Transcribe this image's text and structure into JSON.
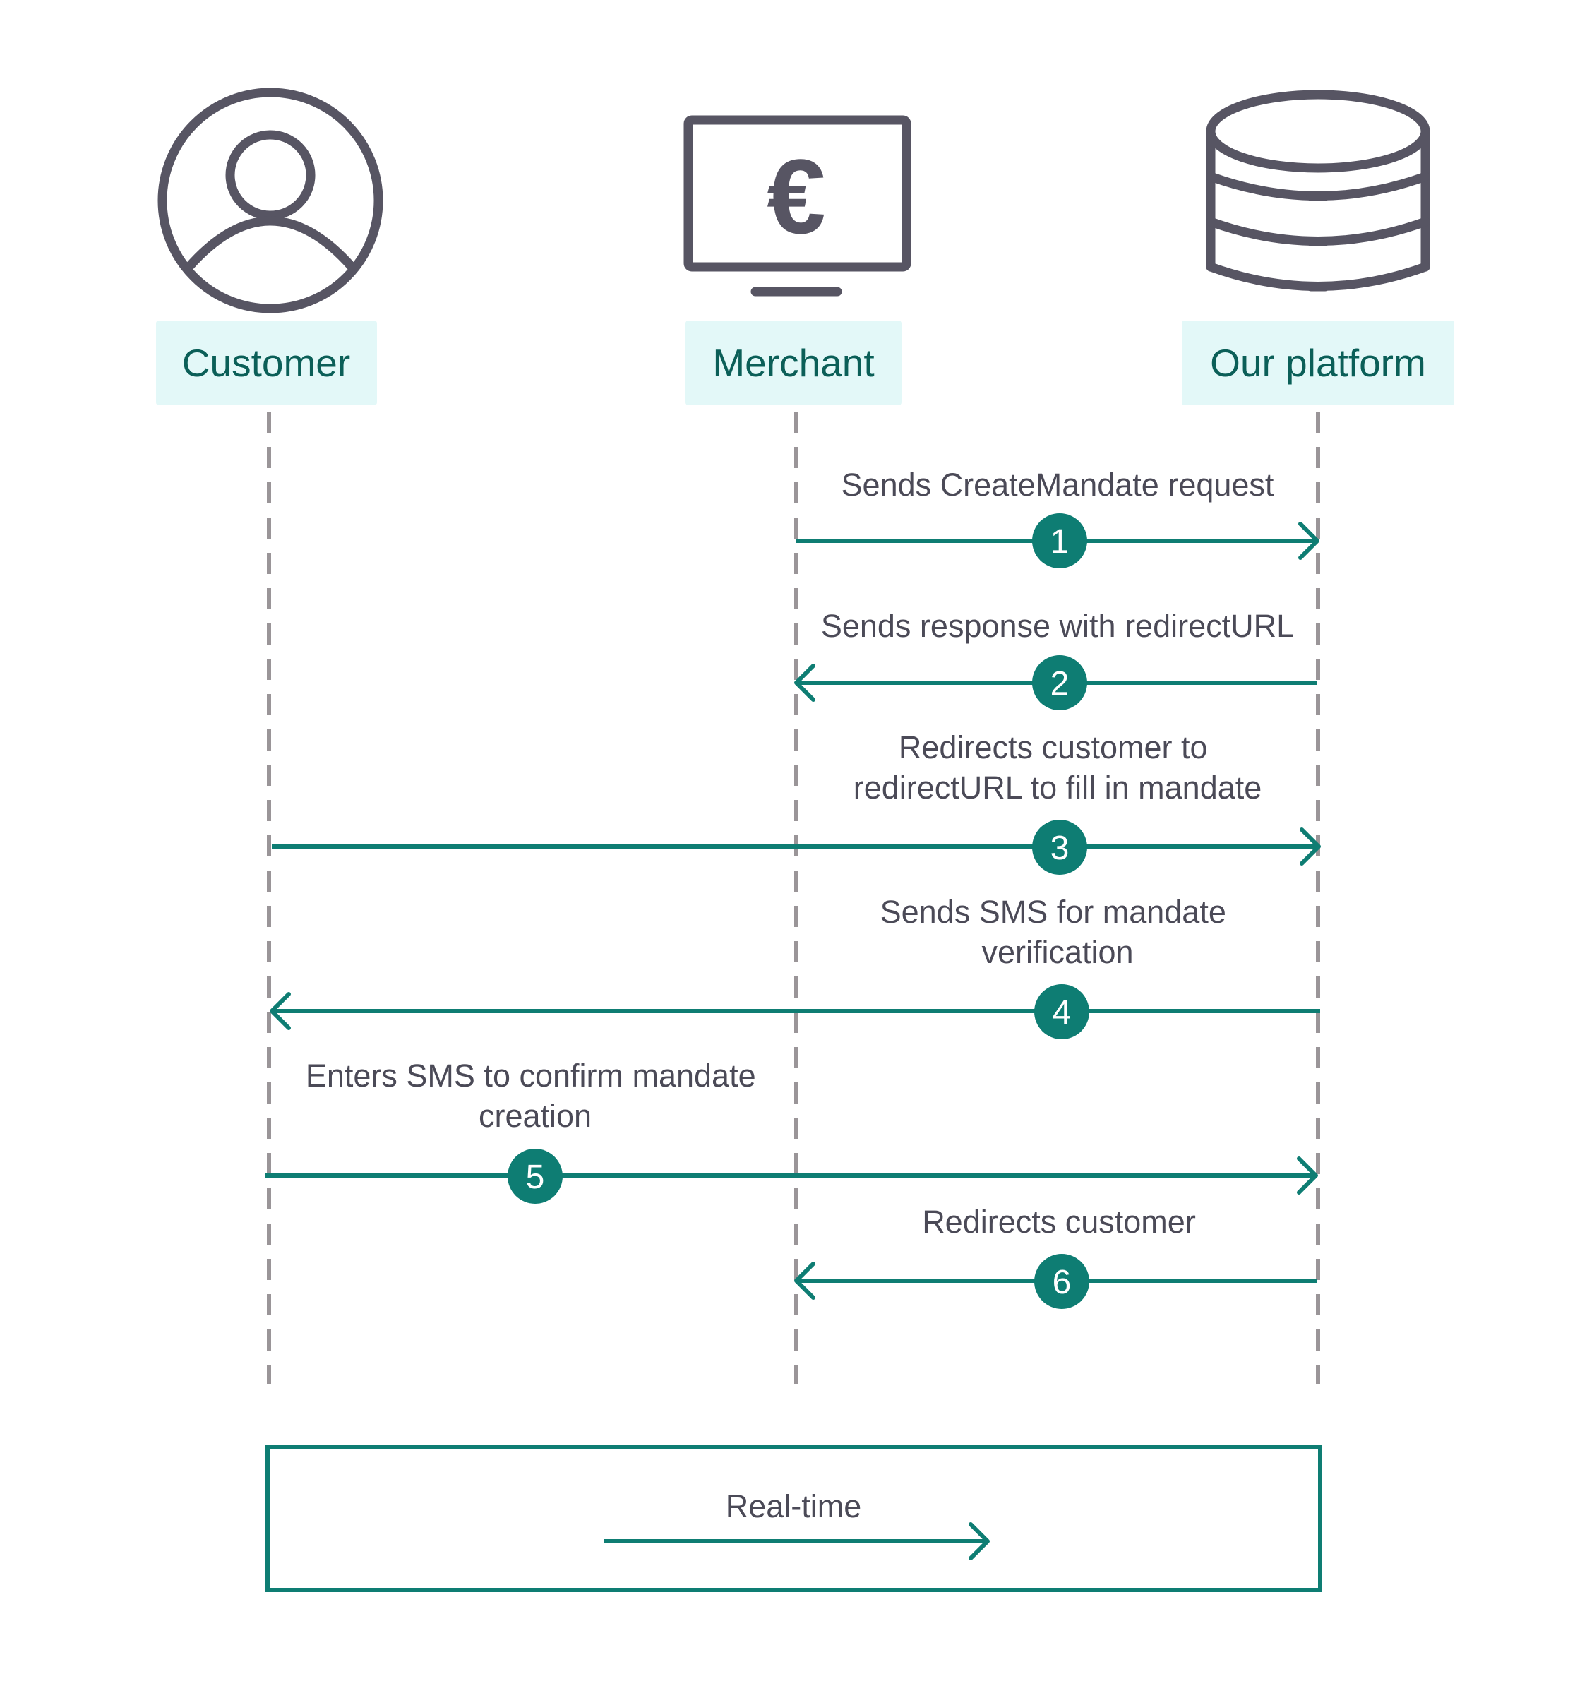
{
  "actors": [
    {
      "id": "customer",
      "label": "Customer",
      "icon": "user-circle-icon"
    },
    {
      "id": "merchant",
      "label": "Merchant",
      "icon": "monitor-euro-icon",
      "icon_glyph": "€"
    },
    {
      "id": "platform",
      "label": "Our platform",
      "icon": "database-icon"
    }
  ],
  "messages": [
    {
      "step": "1",
      "from": "merchant",
      "to": "platform",
      "label_lines": [
        "Sends CreateMandate request"
      ]
    },
    {
      "step": "2",
      "from": "platform",
      "to": "merchant",
      "label_lines": [
        "Sends response with redirectURL"
      ]
    },
    {
      "step": "3",
      "from": "customer",
      "to": "platform",
      "label_lines": [
        "Redirects customer to",
        "redirectURL to fill in mandate"
      ]
    },
    {
      "step": "4",
      "from": "platform",
      "to": "customer",
      "label_lines": [
        "Sends SMS for mandate",
        "verification"
      ]
    },
    {
      "step": "5",
      "from": "customer",
      "to": "platform",
      "label_lines": [
        "Enters SMS to confirm mandate",
        "creation"
      ]
    },
    {
      "step": "6",
      "from": "platform",
      "to": "merchant",
      "label_lines": [
        "Redirects customer"
      ]
    }
  ],
  "legend": {
    "label": "Real-time"
  },
  "colors": {
    "accent": "#0e7d73",
    "actor_label_bg": "#e3f8f8",
    "actor_label_text": "#0b5f58",
    "icon": "#575563",
    "lifeline": "#9a9598",
    "text": "#4b4a57"
  }
}
